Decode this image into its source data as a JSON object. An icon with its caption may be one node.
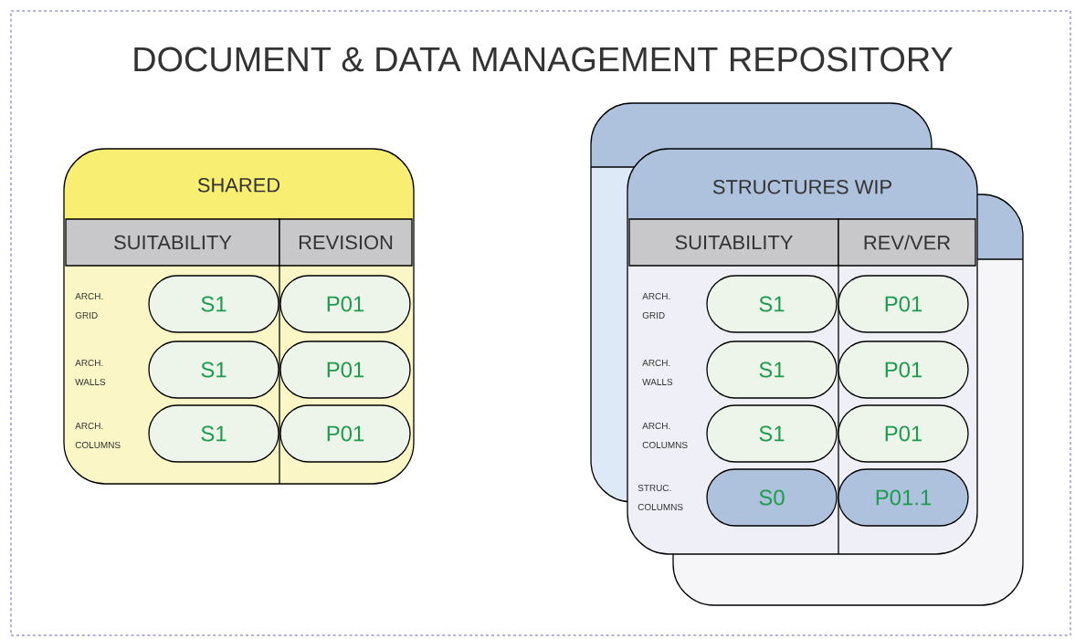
{
  "diagram": {
    "nodes": [
      {
        "text": [
          "DOCUMENT & DATA MANAGEMENT REPOSITORY"
        ]
      },
      {
        "text": [
          "SHARED"
        ],
        "in": 0
      },
      {
        "text": [
          "SUITABILITY"
        ],
        "in": 1
      },
      {
        "text": [
          "REVISION"
        ],
        "in": 1
      },
      {
        "text": [
          "S1"
        ],
        "in": 1
      },
      {
        "text": [
          "P01"
        ],
        "in": 1
      },
      {
        "text": [
          "S1"
        ],
        "in": 1
      },
      {
        "text": [
          "P01"
        ],
        "in": 1
      },
      {
        "text": [
          "S1"
        ],
        "in": 1
      },
      {
        "text": [
          "P01"
        ],
        "in": 1
      },
      {
        "text": [
          "STRUCTURES WIP"
        ],
        "in": 0
      },
      {
        "text": [
          "SUITABILITY"
        ],
        "in": 0
      },
      {
        "text": [
          "REV/VER"
        ],
        "in": 10
      },
      {
        "text": [
          "S1"
        ],
        "in": 10
      },
      {
        "text": [
          "P01"
        ],
        "in": 10
      },
      {
        "text": [
          "S1"
        ],
        "in": 10
      },
      {
        "text": [
          "P01"
        ],
        "in": 10
      },
      {
        "text": [
          "S1"
        ],
        "in": 10
      },
      {
        "text": [
          "P01"
        ],
        "in": 10
      },
      {
        "text": [
          "S0"
        ],
        "in": 10
      },
      {
        "text": [
          "P01.1"
        ],
        "in": 10
      }
    ],
    "labels": [
      "ARCH. GRID",
      "ARCH. WALLS",
      "ARCH. COLUMNS",
      "ARCH. GRID",
      "ARCH. WALLS",
      "ARCH. COLUMNS",
      "STRUC. COLUMNS"
    ]
  }
}
